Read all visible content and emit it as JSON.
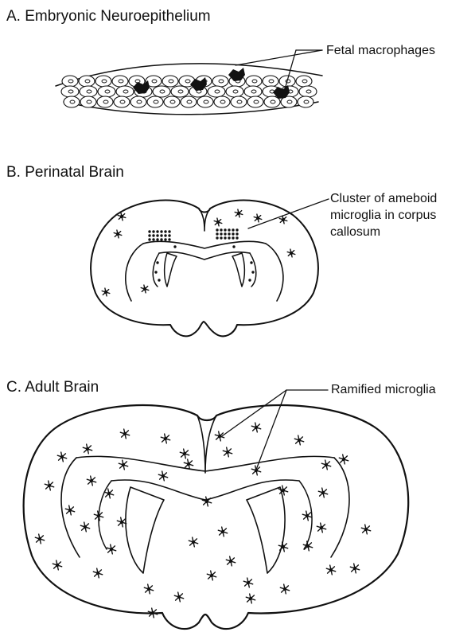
{
  "panels": [
    {
      "title": "A. Embryonic Neuroepithelium",
      "callout": "Fetal macrophages"
    },
    {
      "title": "B. Perinatal Brain",
      "callout_lines": [
        "Cluster of ameboid",
        "microglia in corpus",
        "callosum"
      ]
    },
    {
      "title": "C. Adult Brain",
      "callout": "Ramified microglia"
    }
  ],
  "colors": {
    "ink": "#111111",
    "background": "#ffffff"
  }
}
